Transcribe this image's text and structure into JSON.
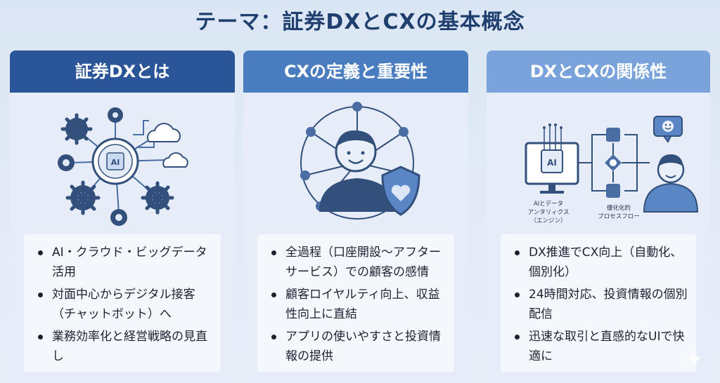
{
  "title": "テーマ：証券DXとCXの基本概念",
  "cards": [
    {
      "header": "証券DXとは",
      "illustration_label": "AI",
      "bullets": [
        "AI・クラウド・ビッグデータ活用",
        "対面中心からデジタル接客（チャットボット）へ",
        "業務効率化と経営戦略の見直し"
      ]
    },
    {
      "header": "CXの定義と重要性",
      "bullets": [
        "全過程（口座開設〜アフターサービス）での顧客の感情",
        "顧客ロイヤルティ向上、収益性向上に直結",
        "アプリの使いやすさと投資情報の提供"
      ]
    },
    {
      "header": "DXとCXの関係性",
      "illustration_label": "AI",
      "captions": {
        "left": [
          "AIとデータ",
          "アンタリィクス",
          "（エンジン）"
        ],
        "right": [
          "優化化的",
          "プロセスフロー"
        ]
      },
      "bullets": [
        "DX推進でCX向上（自動化、個別化）",
        "24時間対応、投資情報の個別配信",
        "迅速な取引と直感的なUIで快適に"
      ]
    }
  ],
  "colors": {
    "title": "#1f3f6e",
    "header1": "#2a5599",
    "header2": "#4a7cc0",
    "header3": "#79a3da",
    "icon_dark": "#33507d",
    "icon_light": "#b9cdea"
  }
}
